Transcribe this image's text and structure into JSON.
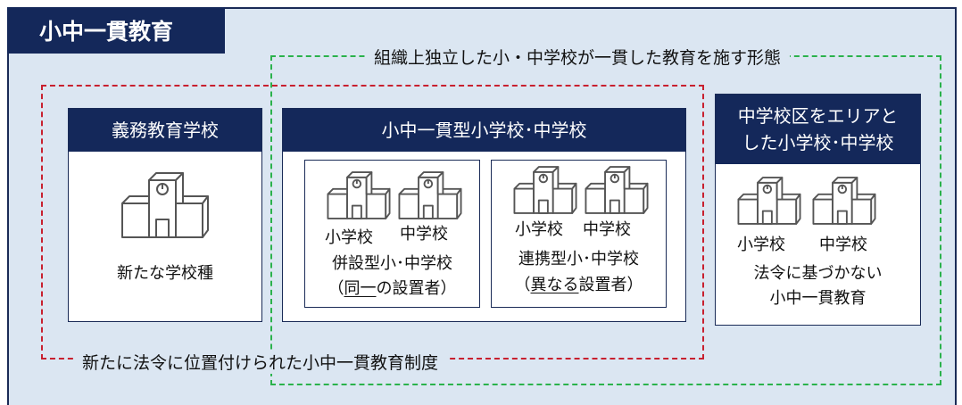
{
  "title": "小中一貫教育",
  "green_caption": "組織上独立した小・中学校が一貫した教育を施す形態",
  "red_caption": "新たに法令に位置付けられた小中一貫教育制度",
  "cards": {
    "compulsory": {
      "header": "義務教育学校",
      "label": "新たな学校種"
    },
    "integrated": {
      "header": "小中一貫型小学校･中学校",
      "combined": {
        "elem": "小学校",
        "junior": "中学校",
        "type": "併設型小･中学校",
        "paren_open": "（",
        "same": "同一",
        "setter_same": "の設置者）"
      },
      "linked": {
        "elem": "小学校",
        "junior": "中学校",
        "type": "連携型小･中学校",
        "paren_open": "（",
        "different": "異なる",
        "setter_diff": "設置者）"
      }
    },
    "area": {
      "header_line1": "中学校区をエリアと",
      "header_line2": "した小学校･中学校",
      "elem": "小学校",
      "junior": "中学校",
      "note_line1": "法令に基づかない",
      "note_line2": "小中一貫教育"
    }
  },
  "icons": [
    "school-building-icon"
  ],
  "colors": {
    "navy": "#14285a",
    "background": "#dbe6f2",
    "green_dash": "#2bb24c",
    "red_dash": "#c8202f"
  }
}
